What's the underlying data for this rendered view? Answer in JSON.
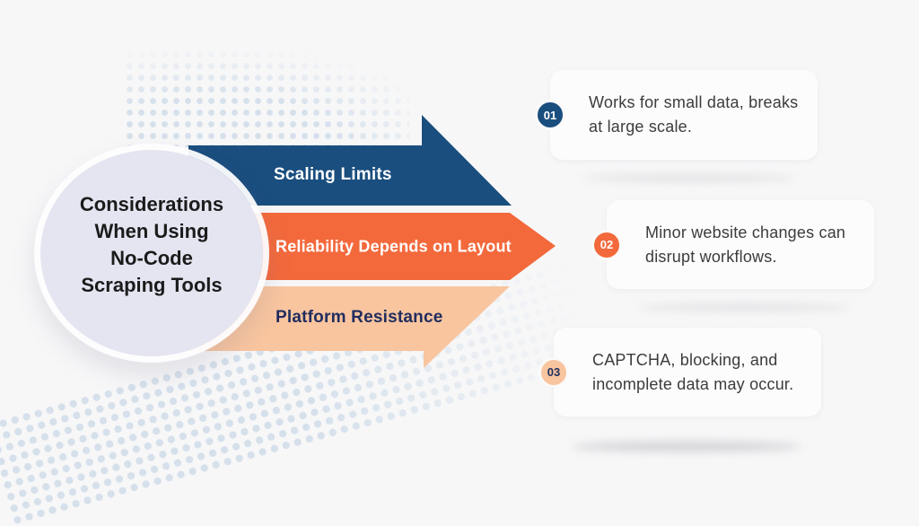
{
  "title": {
    "lines": [
      "Considerations",
      "When Using",
      "No-Code",
      "Scraping Tools"
    ]
  },
  "arrows": [
    {
      "label": "Scaling Limits"
    },
    {
      "label": "Reliability Depends on Layout"
    },
    {
      "label": "Platform Resistance"
    }
  ],
  "cards": [
    {
      "number": "01",
      "line1": "Works for small data, breaks",
      "line2": "at large scale."
    },
    {
      "number": "02",
      "line1": "Minor website changes can",
      "line2": "disrupt workflows."
    },
    {
      "number": "03",
      "line1": "CAPTCHA, blocking, and",
      "line2": "incomplete data may occur."
    }
  ],
  "colors": {
    "background": "#f7f7f8",
    "blue": "#1a4e7e",
    "orange": "#f3693c",
    "peach": "#f8c59f",
    "navy": "#212d5e",
    "circle_fill": "#e4e5f1",
    "dot": "#bccfe1"
  }
}
